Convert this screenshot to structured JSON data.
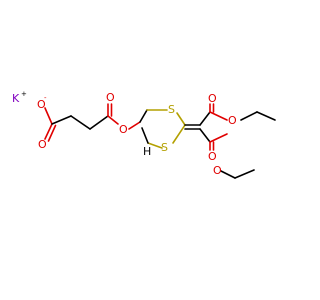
{
  "molecule": {
    "colors": {
      "bond": "#000000",
      "oxygen": "#e00000",
      "sulfur": "#b3a000",
      "potassium": "#8000c0"
    },
    "counterion": {
      "symbol": "K",
      "charge": "+"
    },
    "atoms": {
      "carboxylate_o_minus": "O",
      "carboxylate_o_minus_charge": "-",
      "carboxylate_o_double": "O",
      "ester_carbonyl_o": "O",
      "ester_link_o": "O",
      "ring_s_top": "S",
      "ring_s_bottom": "S",
      "ring_ch": "H",
      "ester1_carbonyl_o": "O",
      "ester1_o": "O",
      "ester2_carbonyl_o": "O",
      "ester2_o": "O"
    }
  }
}
